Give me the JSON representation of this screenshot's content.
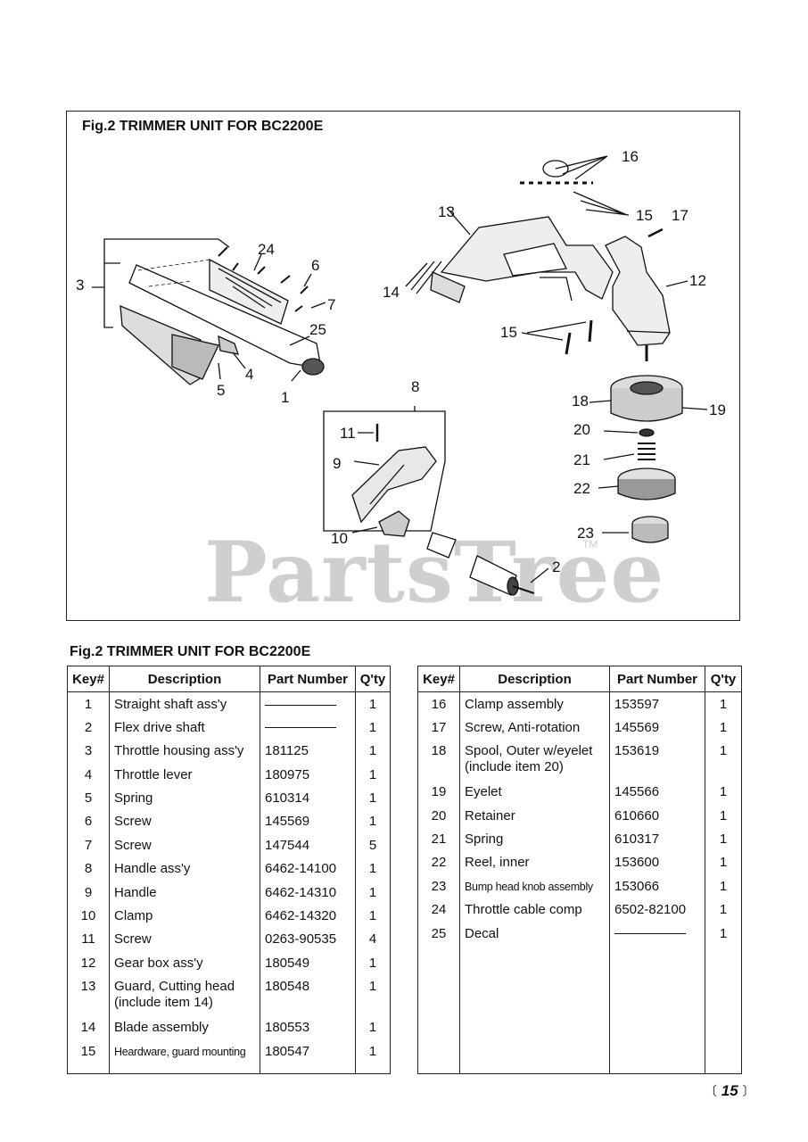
{
  "figure": {
    "title": "Fig.2 TRIMMER UNIT FOR BC2200E",
    "watermark": "PartsTree",
    "watermark_tm": "TM",
    "callouts": [
      "1",
      "2",
      "3",
      "4",
      "5",
      "6",
      "7",
      "8",
      "9",
      "10",
      "11",
      "12",
      "13",
      "14",
      "15",
      "15",
      "16",
      "17",
      "18",
      "19",
      "20",
      "21",
      "22",
      "23",
      "24",
      "25"
    ]
  },
  "table": {
    "title": "Fig.2 TRIMMER UNIT FOR BC2200E",
    "headers": {
      "key": "Key#",
      "description": "Description",
      "part_number": "Part Number",
      "qty": "Q'ty"
    },
    "left_rows": [
      {
        "key": "1",
        "desc": "Straight shaft ass'y",
        "part": "",
        "qty": "1"
      },
      {
        "key": "2",
        "desc": "Flex drive shaft",
        "part": "",
        "qty": "1"
      },
      {
        "key": "3",
        "desc": "Throttle housing ass'y",
        "part": "181125",
        "qty": "1"
      },
      {
        "key": "4",
        "desc": "Throttle lever",
        "part": "180975",
        "qty": "1"
      },
      {
        "key": "5",
        "desc": "Spring",
        "part": "610314",
        "qty": "1"
      },
      {
        "key": "6",
        "desc": "Screw",
        "part": "145569",
        "qty": "1"
      },
      {
        "key": "7",
        "desc": "Screw",
        "part": "147544",
        "qty": "5"
      },
      {
        "key": "8",
        "desc": "Handle ass'y",
        "part": "6462-14100",
        "qty": "1"
      },
      {
        "key": "9",
        "desc": "Handle",
        "part": "6462-14310",
        "qty": "1"
      },
      {
        "key": "10",
        "desc": "Clamp",
        "part": "6462-14320",
        "qty": "1"
      },
      {
        "key": "11",
        "desc": "Screw",
        "part": "0263-90535",
        "qty": "4"
      },
      {
        "key": "12",
        "desc": "Gear box ass'y",
        "part": "180549",
        "qty": "1"
      },
      {
        "key": "13",
        "desc": "Guard, Cutting head",
        "desc2": "(include item 14)",
        "part": "180548",
        "qty": "1"
      },
      {
        "key": "14",
        "desc": "Blade assembly",
        "part": "180553",
        "qty": "1"
      },
      {
        "key": "15",
        "desc": "Heardware, guard mounting",
        "part": "180547",
        "qty": "1"
      }
    ],
    "right_rows": [
      {
        "key": "16",
        "desc": "Clamp assembly",
        "part": "153597",
        "qty": "1"
      },
      {
        "key": "17",
        "desc": "Screw, Anti-rotation",
        "part": "145569",
        "qty": "1"
      },
      {
        "key": "18",
        "desc": "Spool, Outer w/eyelet",
        "desc2": "(include item 20)",
        "part": "153619",
        "qty": "1"
      },
      {
        "key": "19",
        "desc": "Eyelet",
        "part": "145566",
        "qty": "1"
      },
      {
        "key": "20",
        "desc": "Retainer",
        "part": "610660",
        "qty": "1"
      },
      {
        "key": "21",
        "desc": "Spring",
        "part": "610317",
        "qty": "1"
      },
      {
        "key": "22",
        "desc": "Reel, inner",
        "part": "153600",
        "qty": "1"
      },
      {
        "key": "23",
        "desc": "Bump head knob assembly",
        "part": "153066",
        "qty": "1"
      },
      {
        "key": "24",
        "desc": "Throttle cable comp",
        "part": "6502-82100",
        "qty": "1"
      },
      {
        "key": "25",
        "desc": "Decal",
        "part": "",
        "qty": "1"
      }
    ]
  },
  "page": {
    "number": "15"
  }
}
